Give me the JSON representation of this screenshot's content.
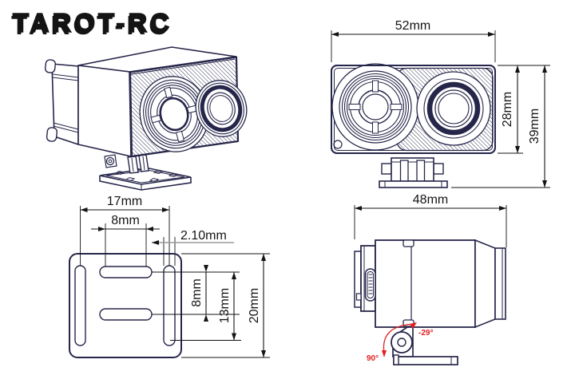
{
  "brand": {
    "logo": "TAROT-RC"
  },
  "colors": {
    "line": "#26264a",
    "dimension": "#141414",
    "leader_gray": "#9a9a9a",
    "angle_red": "#e32021",
    "background": "#ffffff"
  },
  "views": {
    "front": {
      "width": "52mm",
      "body_height": "28mm",
      "overall_height": "39mm"
    },
    "plate": {
      "slot_span": "17mm",
      "slot_length": "8mm",
      "slot_width": "2.10mm",
      "row_pitch": "8mm",
      "lower_span": "13mm",
      "overall_height": "20mm"
    },
    "side": {
      "length": "48mm",
      "tilt_up_angle": "-29°",
      "tilt_down_angle": "90°"
    }
  }
}
